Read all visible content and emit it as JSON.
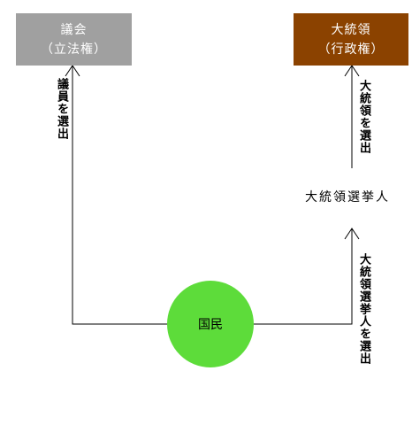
{
  "parliament": {
    "title": "議会",
    "subtitle": "（立法権）",
    "color": "#a0a0a0"
  },
  "president": {
    "title": "大統領",
    "subtitle": "（行政権）",
    "color": "#8b4200"
  },
  "labels": {
    "elect_members": "議員を選出",
    "elect_president": "大統領を選出",
    "elect_electors": "大統領選挙人を選出"
  },
  "electors": {
    "label": "大統領選挙人"
  },
  "citizens": {
    "label": "国民",
    "color": "#5ddc3a"
  }
}
